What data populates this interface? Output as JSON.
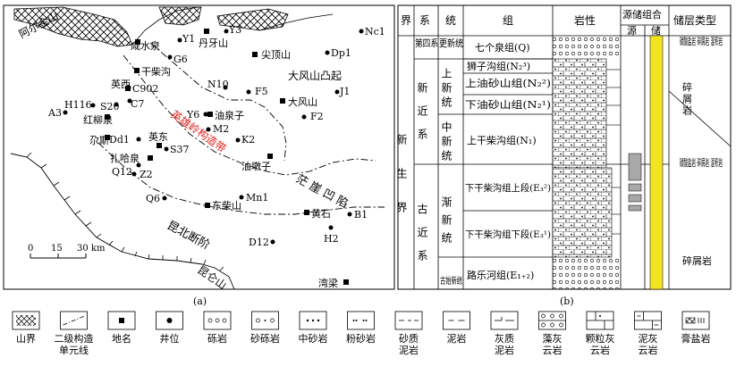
{
  "map": {
    "caption": "(a)",
    "mountains": [
      "阿尔金山",
      "昆仑山"
    ],
    "faults": [
      "昆北断阶"
    ],
    "structures": {
      "uplift": "大风山凸起",
      "depression": "茫崖凹陷",
      "belt": "英雄岭构造带"
    },
    "places": [
      "咸水泉",
      "丹牙山",
      "尖顶山",
      "干柴沟",
      "大风山",
      "油泉子",
      "油墩子",
      "东柴山",
      "黄石",
      "湾梁",
      "扎哈泉",
      "英东",
      "红柳泉",
      "尕斯",
      "英西"
    ],
    "wells": [
      "Y1",
      "Y3",
      "G6",
      "Nc1",
      "Dp1",
      "C902",
      "N10",
      "F5",
      "J1",
      "C7",
      "S20",
      "A3",
      "H116",
      "Y6",
      "M2",
      "F2",
      "K2",
      "Dd1",
      "S37",
      "Q12",
      "Z2",
      "Q6",
      "Mn1",
      "B1",
      "H2",
      "D12"
    ],
    "scale": {
      "labels": [
        "0",
        "15",
        "30 km"
      ]
    }
  },
  "column": {
    "caption": "(b)",
    "headers": {
      "jie": "界",
      "xi": "系",
      "tong": "统",
      "zu": "组",
      "lithology": "岩性",
      "combo": "源储组合",
      "yuan": "源",
      "chu": "储",
      "reservoir": "储层类型"
    },
    "era": "新生界",
    "systems": [
      {
        "name": "第四系"
      },
      {
        "name": "新近系"
      },
      {
        "name": "古近系"
      }
    ],
    "series": [
      "更新统",
      "上新统",
      "中新统",
      "渐新统",
      "古始新统"
    ],
    "formations": [
      "七个泉组(Q)",
      "狮子沟组(N₂³)",
      "上油砂山组(N₂²)",
      "下油砂山组(N₂¹)",
      "上干柴沟组(N₁)",
      "下干柴沟组上段(E₃²)",
      "下干柴沟组下段(E₃¹)",
      "路乐河组(E₁₊₂)"
    ],
    "reservoir_types": [
      "碳酸盐岩 碎屑岩 混积岩",
      "碎屑岩",
      "碳酸盐岩 碎屑岩 混积岩",
      "碎屑岩"
    ]
  },
  "legend": [
    "山界",
    "二级构造单元线",
    "地名",
    "井位",
    "砾岩",
    "砂砾岩",
    "中砂岩",
    "粉砂岩",
    "砂质泥岩",
    "泥岩",
    "灰质泥岩",
    "藻灰云岩",
    "颗粒灰云岩",
    "泥灰云岩",
    "膏盐岩"
  ]
}
